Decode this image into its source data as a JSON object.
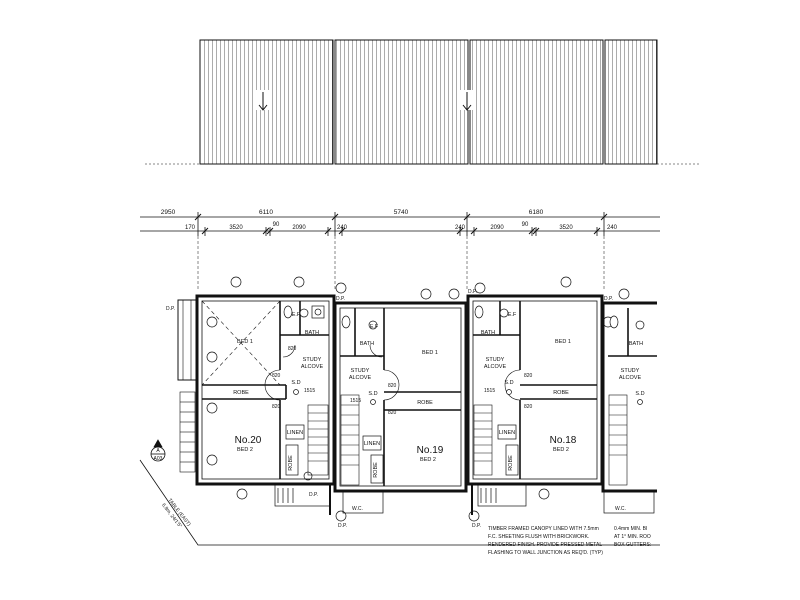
{
  "dimensions": {
    "overall": [
      "2950",
      "6110",
      "5740",
      "6180"
    ],
    "sub": [
      "170",
      "3520",
      "90",
      "2090",
      "240",
      "240",
      "2090",
      "90",
      "3520",
      "240"
    ]
  },
  "units": [
    {
      "number": "No.20",
      "bed1": "BED 1",
      "bed2": "BED 2",
      "study": [
        "STUDY",
        "ALCOVE"
      ],
      "bath": "BATH",
      "robe": "ROBE",
      "linen": "LINEN",
      "robe_vertical": "ROBE",
      "sd": "S.D",
      "ef": "E.F",
      "door_sizes": [
        "820",
        "820",
        "820",
        "1515"
      ]
    },
    {
      "number": "No.19",
      "bed1": "BED 1",
      "bed2": "BED 2",
      "study": [
        "STUDY",
        "ALCOVE"
      ],
      "bath": "BATH",
      "robe": "ROBE",
      "linen": "LINEN",
      "robe_vertical": "ROBE",
      "sd": "S.D",
      "ef": "E.F",
      "door_sizes": [
        "820",
        "820",
        "1515"
      ]
    },
    {
      "number": "No.18",
      "bed1": "BED 1",
      "bed2": "BED 2",
      "study": [
        "STUDY",
        "ALCOVE"
      ],
      "bath": "BATH",
      "robe": "ROBE",
      "linen": "LINEN",
      "robe_vertical": "ROBE",
      "sd": "S.D",
      "ef": "E.F",
      "door_sizes": [
        "820",
        "820",
        "1515"
      ]
    }
  ],
  "partial_unit": {
    "study": [
      "STUDY",
      "ALCOVE"
    ],
    "bath": "BATH",
    "sd": "S.D"
  },
  "downpipe": "D.P.",
  "wc": "W.C.",
  "north_marker": "A",
  "marker_ref": "A03",
  "notes": {
    "canopy": [
      "TIMBER FRAMED CANOPY LINED WITH 7.5mm",
      "F.C. SHEETING FLUSH WITH BRICKWORK.",
      "RENDERED FINISH. PROVIDE PRESSED METAL",
      "FLASHING TO WALL JUNCTION AS REQ'D. (TYP)"
    ],
    "gutter": [
      "0.4mm MIN. BI",
      "AT 1° MIN. ROO",
      "BOX GUTTERS:"
    ],
    "title_block": [
      "TABLE (EAST)",
      "6.8m, 24/1'5\""
    ]
  },
  "colors": {
    "line": "#111111",
    "background": "#ffffff"
  }
}
